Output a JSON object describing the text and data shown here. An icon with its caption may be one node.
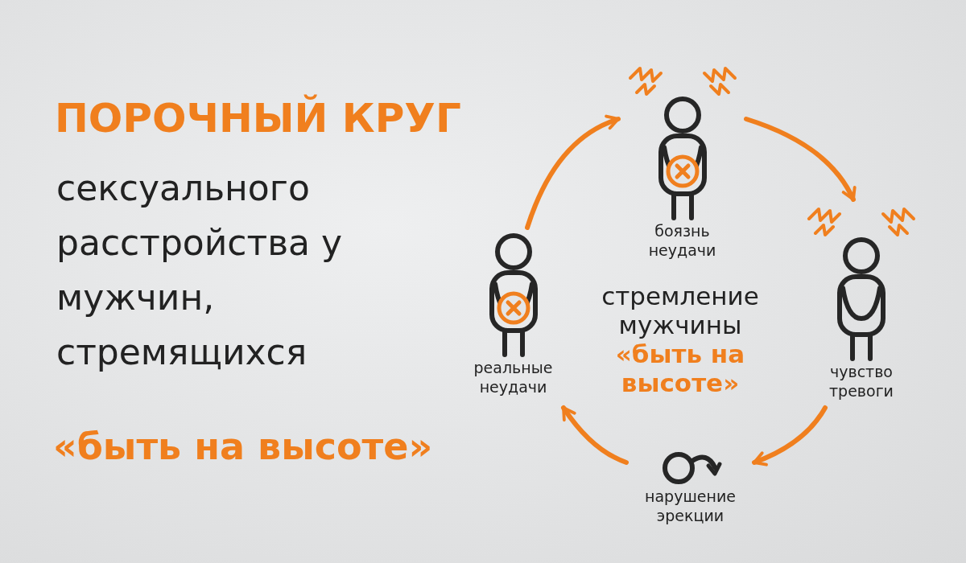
{
  "diagram": {
    "title": "ПОРОЧНЫЙ КРУГ",
    "nodes": [
      {
        "text": [
          "боязнь неудачи"
        ]
      },
      {
        "text": [
          "чувство тревоги"
        ]
      },
      {
        "text": [
          "нарушение эрекции"
        ]
      },
      {
        "text": [
          "реальные неудачи"
        ]
      }
    ],
    "edges": [
      {
        "from": 3,
        "to": 0,
        "arrow": "to"
      },
      {
        "from": 0,
        "to": 1,
        "arrow": "to"
      },
      {
        "from": 1,
        "to": 2,
        "arrow": "to"
      },
      {
        "from": 2,
        "to": 3,
        "arrow": "to"
      }
    ],
    "labels": [
      "сексуального расстройства у мужчин, стремящихся",
      "«быть на высоте»",
      "стремление мужчины",
      "«быть на высоте»"
    ]
  }
}
